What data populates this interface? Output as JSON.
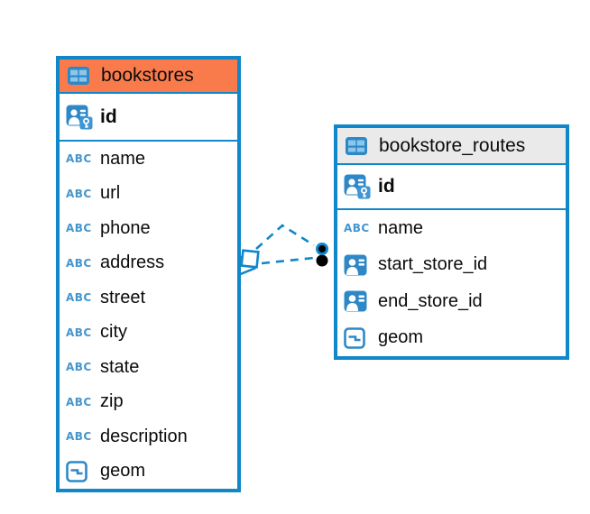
{
  "labels": {
    "text_type": "ABC"
  },
  "colors": {
    "table_border_blue": "#1087C9",
    "bookstores_header_orange": "#F97B4B",
    "routes_header_gray": "#EAEAEA",
    "icon_blue": "#2E88C7",
    "connector_blue": "#1087C9",
    "text_black": "#0b0b0b"
  },
  "tables": {
    "bookstores": {
      "title": "bookstores",
      "primary_key": {
        "name": "id",
        "type": "primary-key"
      },
      "columns": [
        {
          "name": "name",
          "type": "text"
        },
        {
          "name": "url",
          "type": "text"
        },
        {
          "name": "phone",
          "type": "text"
        },
        {
          "name": "address",
          "type": "text"
        },
        {
          "name": "street",
          "type": "text"
        },
        {
          "name": "city",
          "type": "text"
        },
        {
          "name": "state",
          "type": "text"
        },
        {
          "name": "zip",
          "type": "text"
        },
        {
          "name": "description",
          "type": "text"
        },
        {
          "name": "geom",
          "type": "geometry"
        }
      ]
    },
    "routes": {
      "title": "bookstore_routes",
      "primary_key": {
        "name": "id",
        "type": "primary-key"
      },
      "columns": [
        {
          "name": "name",
          "type": "text"
        },
        {
          "name": "start_store_id",
          "type": "reference"
        },
        {
          "name": "end_store_id",
          "type": "reference"
        },
        {
          "name": "geom",
          "type": "geometry"
        }
      ]
    }
  },
  "relationship": {
    "style": "dashed",
    "line_count": 2,
    "from_table": "bookstore_routes",
    "to_table": "bookstores",
    "left_end_marker": "double-diamond",
    "right_end_marker": "double-dot"
  }
}
